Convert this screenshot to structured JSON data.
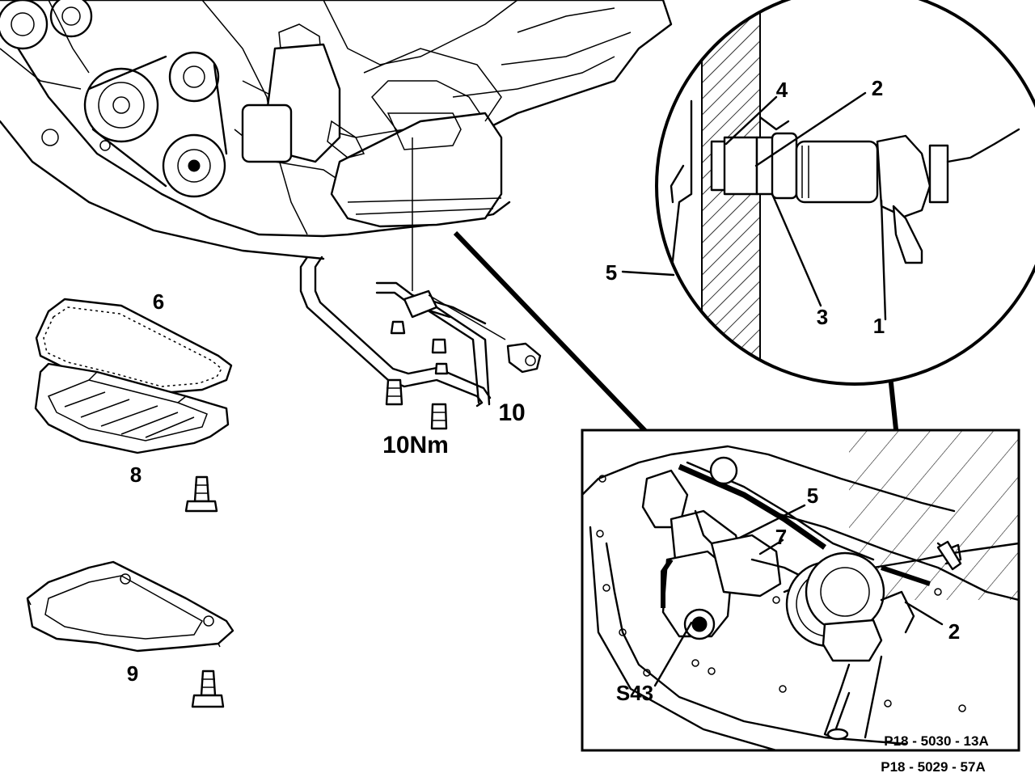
{
  "labels": {
    "n1": "1",
    "n2": "2",
    "n3": "3",
    "n4": "4",
    "n5": "5",
    "n6": "6",
    "n7": "7",
    "n8": "8",
    "n9": "9",
    "n10": "10",
    "n2_inset": "2",
    "n5_inset": "5",
    "torque": "10Nm",
    "tool": "S43"
  },
  "references": {
    "inset_ref": "P18 - 5030 - 13A",
    "figure_ref": "P18 - 5029 - 57A"
  }
}
